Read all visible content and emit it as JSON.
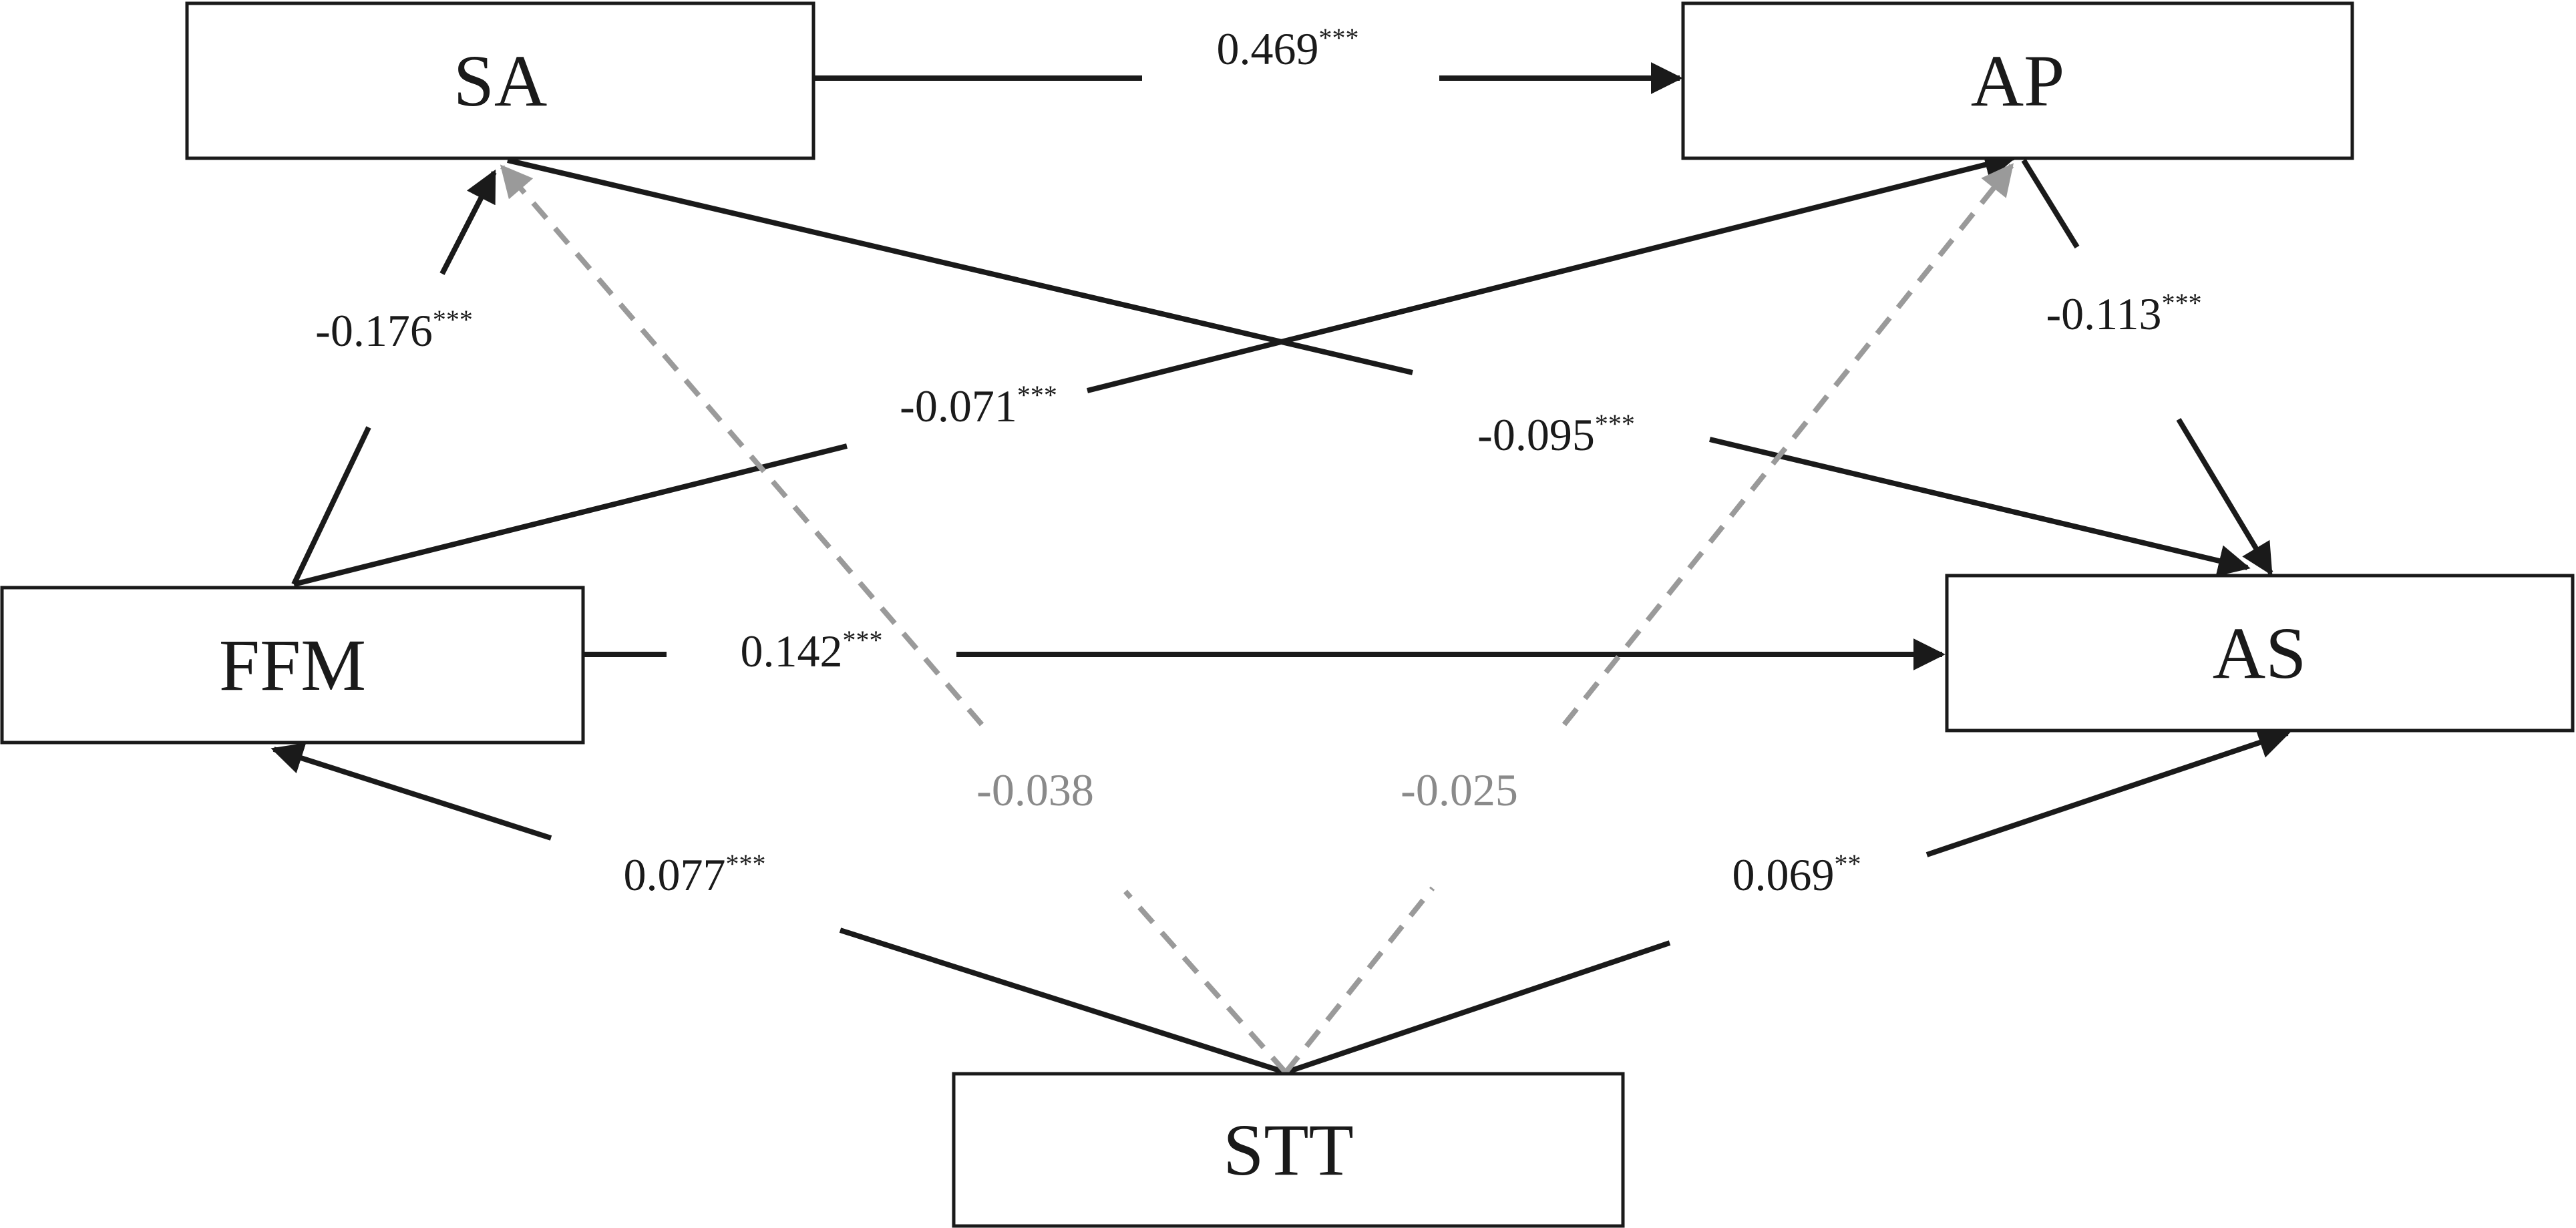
{
  "nodes": {
    "SA": "SA",
    "AP": "AP",
    "FFM": "FFM",
    "AS": "AS",
    "STT": "STT"
  },
  "paths": {
    "sa_ap": {
      "coef": "0.469",
      "sig": "***",
      "significant": true
    },
    "ffm_sa": {
      "coef": "-0.176",
      "sig": "***",
      "significant": true
    },
    "ffm_ap": {
      "coef": "-0.071",
      "sig": "***",
      "significant": true
    },
    "sa_as": {
      "coef": "-0.095",
      "sig": "***",
      "significant": true
    },
    "ap_as": {
      "coef": "-0.113",
      "sig": "***",
      "significant": true
    },
    "ffm_as": {
      "coef": "0.142",
      "sig": "***",
      "significant": true
    },
    "stt_ffm": {
      "coef": "0.077",
      "sig": "***",
      "significant": true
    },
    "stt_as": {
      "coef": "0.069",
      "sig": "**",
      "significant": true
    },
    "stt_sa": {
      "coef": "-0.038",
      "sig": "",
      "significant": false
    },
    "stt_ap": {
      "coef": "-0.025",
      "sig": "",
      "significant": false
    }
  },
  "colors": {
    "significant": "#1a1a1a",
    "nonsignificant": "#9a9a9a"
  }
}
